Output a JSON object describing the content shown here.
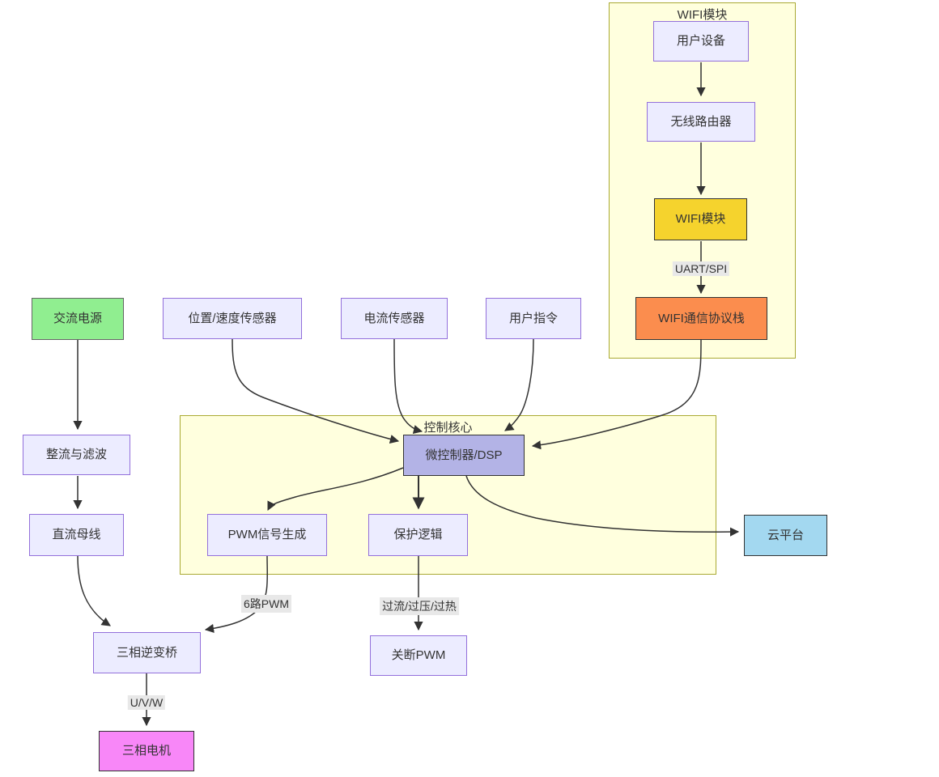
{
  "diagram": {
    "containers": {
      "wifi": {
        "title": "WIFI模块"
      },
      "control": {
        "title": "控制核心"
      }
    },
    "nodes": {
      "user_device": {
        "label": "用户设备"
      },
      "router": {
        "label": "无线路由器"
      },
      "wifi_module": {
        "label": "WIFI模块"
      },
      "wifi_stack": {
        "label": "WIFI通信协议栈"
      },
      "ac_power": {
        "label": "交流电源"
      },
      "pos_sensor": {
        "label": "位置/速度传感器"
      },
      "current_sensor": {
        "label": "电流传感器"
      },
      "user_cmd": {
        "label": "用户指令"
      },
      "rectifier": {
        "label": "整流与滤波"
      },
      "mcu": {
        "label": "微控制器/DSP"
      },
      "dc_bus": {
        "label": "直流母线"
      },
      "pwm_gen": {
        "label": "PWM信号生成"
      },
      "protection": {
        "label": "保护逻辑"
      },
      "cloud": {
        "label": "云平台"
      },
      "inverter": {
        "label": "三相逆变桥"
      },
      "pwm_off": {
        "label": "关断PWM"
      },
      "motor": {
        "label": "三相电机"
      }
    },
    "edge_labels": {
      "uart_spi": "UART/SPI",
      "six_pwm": "6路PWM",
      "fault": "过流/过压/过热",
      "uvw": "U/V/W"
    },
    "colors": {
      "node_default_fill": "#ECECFF",
      "node_default_border": "#9370DB",
      "container_fill": "#FFFFDE",
      "container_border": "#AAAA33",
      "ac_power_fill": "#90EE90",
      "wifi_module_fill": "#F5D32D",
      "wifi_stack_fill": "#FB8D4E",
      "mcu_fill": "#B3B3E6",
      "cloud_fill": "#A3D8F0",
      "motor_fill": "#F887F8",
      "edge_color": "#333333",
      "edge_label_bg": "#E8E8E8"
    }
  }
}
